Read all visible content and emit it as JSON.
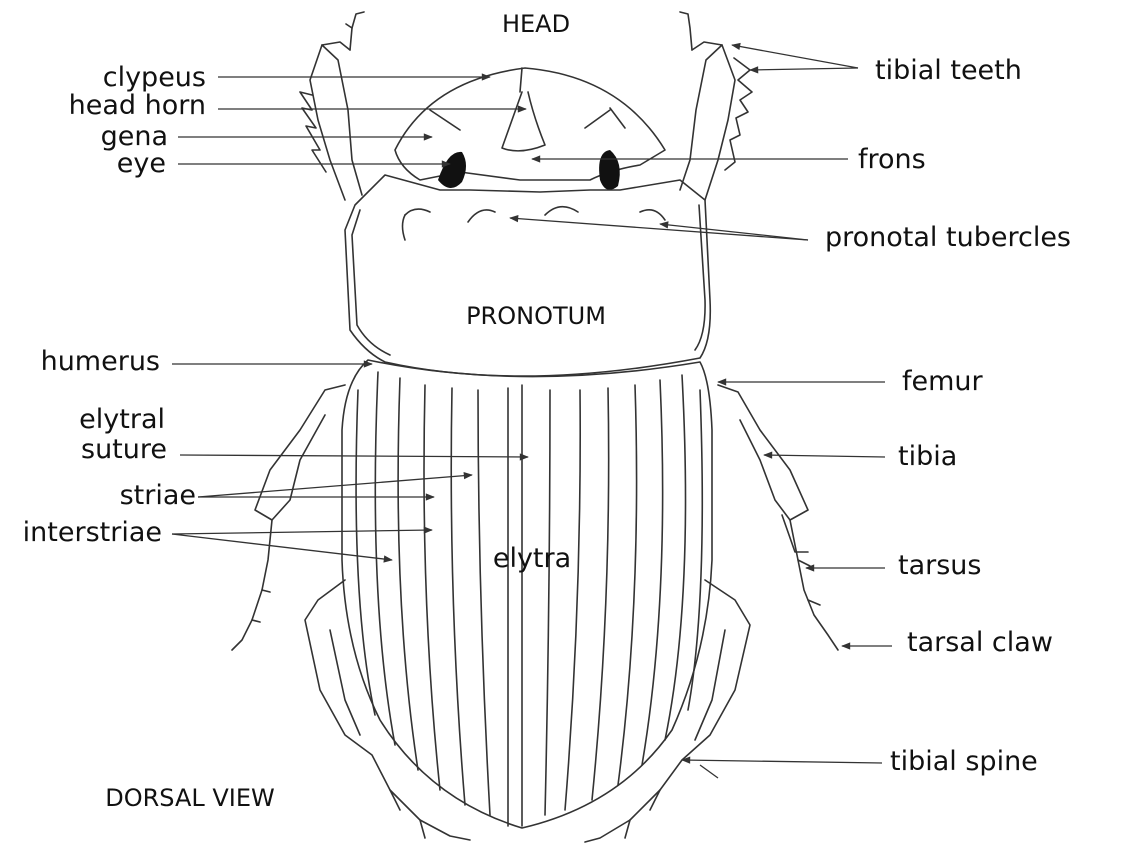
{
  "sections": {
    "head": "HEAD",
    "pronotum": "PRONOTUM",
    "elytra": "elytra",
    "view": "DORSAL VIEW"
  },
  "labels_left": {
    "clypeus": "clypeus",
    "head_horn": "head horn",
    "gena": "gena",
    "eye": "eye",
    "humerus": "humerus",
    "elytral_suture_1": "elytral",
    "elytral_suture_2": "suture",
    "striae": "striae",
    "interstriae": "interstriae"
  },
  "labels_right": {
    "tibial_teeth": "tibial teeth",
    "frons": "frons",
    "pronotal_tubercles": "pronotal tubercles",
    "femur": "femur",
    "tibia": "tibia",
    "tarsus": "tarsus",
    "tarsal_claw": "tarsal claw",
    "tibial_spine": "tibial spine"
  }
}
